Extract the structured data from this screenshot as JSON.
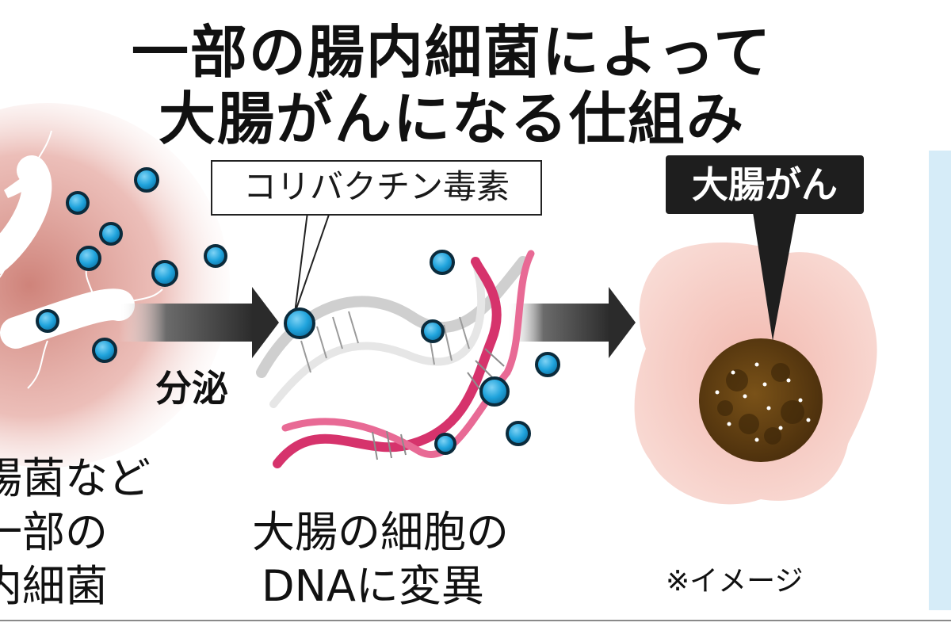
{
  "title": {
    "line1": "一部の腸内細菌によって",
    "line2": "大腸がんになる仕組み"
  },
  "labels": {
    "toxin": "コリバクチン毒素",
    "secretion": "分泌",
    "cancer": "大腸がん",
    "bacteria": [
      "腸菌など",
      "一部の",
      "内細菌"
    ],
    "dna": [
      "大腸の細胞の",
      "DNAに変異"
    ],
    "image_note": "※イメージ"
  },
  "colors": {
    "toxin_particle": "#1fa3dc",
    "dna_strand": "#d6336c",
    "tumor": "#5a3a12",
    "tissue": "#f5c9c0",
    "side_panel": "#d6ecf8"
  }
}
